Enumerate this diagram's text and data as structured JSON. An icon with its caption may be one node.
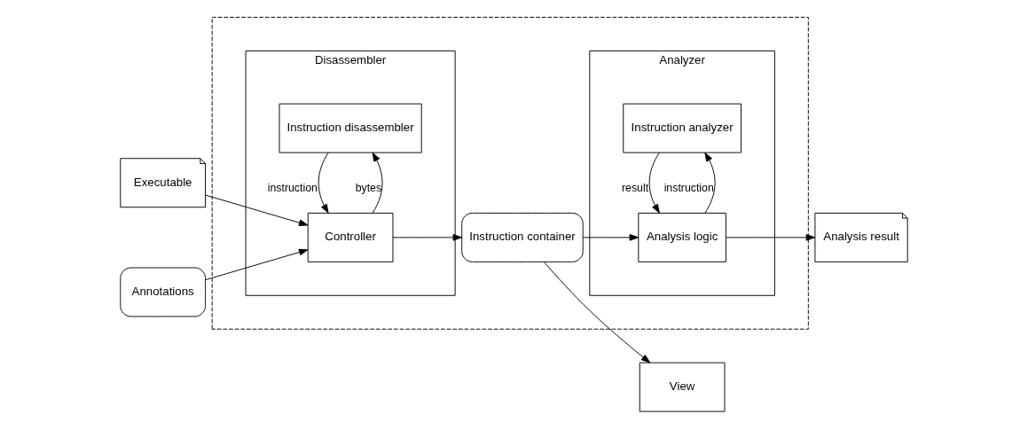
{
  "diagram": {
    "nodes": [
      {
        "text": [
          "Executable"
        ]
      },
      {
        "text": [
          "Annotations"
        ]
      },
      {
        "text": [],
        "shape": "box"
      },
      {
        "text": [
          "Disassembler"
        ],
        "in": 2
      },
      {
        "text": [
          "Instruction disassembler"
        ],
        "in": 3
      },
      {
        "text": [
          "Controller"
        ],
        "in": 3
      },
      {
        "text": [
          "Instruction container"
        ],
        "in": 2
      },
      {
        "text": [
          "Analyzer"
        ],
        "in": 2
      },
      {
        "text": [
          "Instruction analyzer"
        ],
        "in": 7
      },
      {
        "text": [
          "Analysis logic"
        ],
        "in": 7
      },
      {
        "text": [
          "Analysis result"
        ]
      },
      {
        "text": [
          "View"
        ]
      }
    ],
    "edges": [
      {
        "from": 0,
        "to": 5,
        "arrow": "to"
      },
      {
        "from": 1,
        "to": 5,
        "arrow": "to"
      },
      {
        "from": 5,
        "to": 4,
        "arrow": "to",
        "label": "bytes"
      },
      {
        "from": 4,
        "to": 5,
        "arrow": "to",
        "label": "instruction"
      },
      {
        "from": 5,
        "to": 6,
        "arrow": "to"
      },
      {
        "from": 6,
        "to": 9,
        "arrow": "to"
      },
      {
        "from": 9,
        "to": 8,
        "arrow": "to",
        "label": "instruction"
      },
      {
        "from": 8,
        "to": 9,
        "arrow": "to",
        "label": "result"
      },
      {
        "from": 9,
        "to": 10,
        "arrow": "to"
      },
      {
        "from": 6,
        "to": 11,
        "arrow": "to"
      }
    ]
  }
}
